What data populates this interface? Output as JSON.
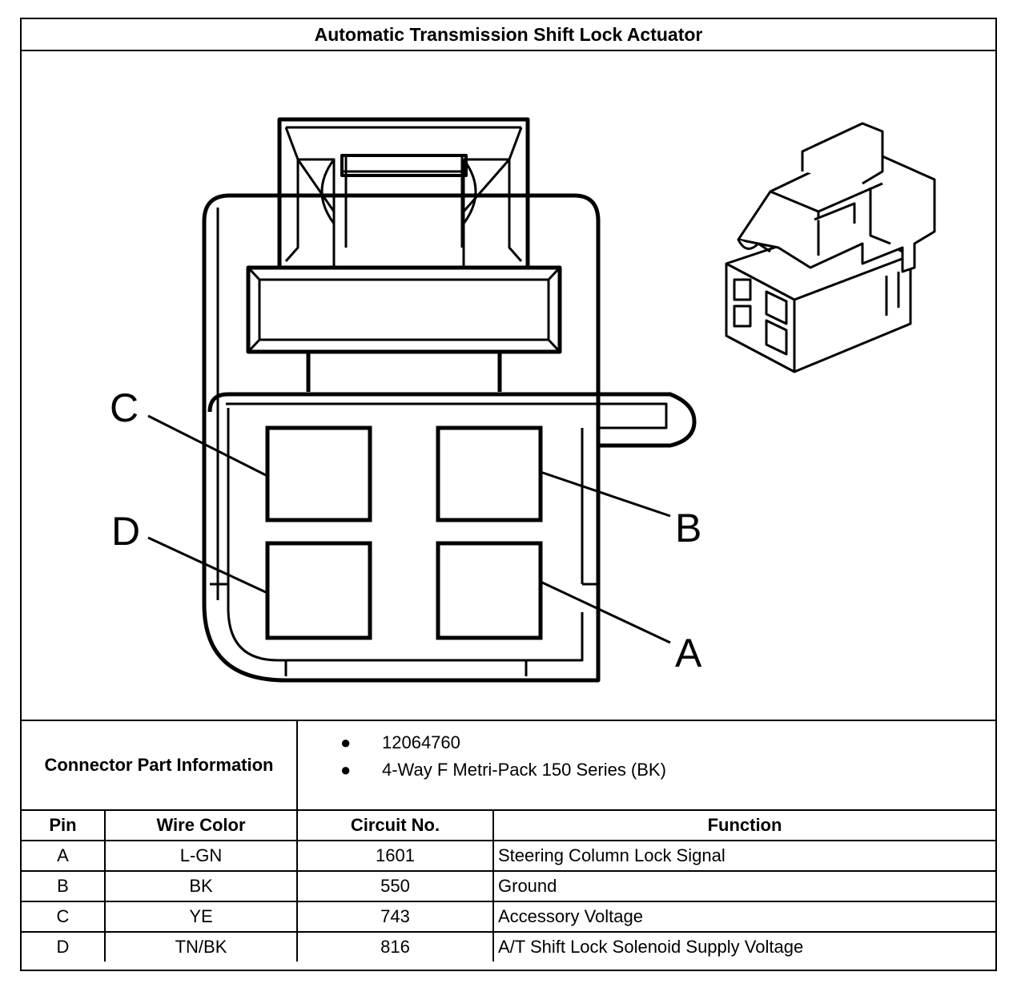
{
  "title": "Automatic Transmission Shift Lock Actuator",
  "pin_labels": {
    "a": "A",
    "b": "B",
    "c": "C",
    "d": "D"
  },
  "connector_info": {
    "label": "Connector Part Information",
    "items": [
      "12064760",
      "4-Way F Metri-Pack 150 Series (BK)"
    ]
  },
  "table": {
    "headers": [
      "Pin",
      "Wire Color",
      "Circuit No.",
      "Function"
    ],
    "rows": [
      [
        "A",
        "L-GN",
        "1601",
        "Steering Column Lock Signal"
      ],
      [
        "B",
        "BK",
        "550",
        "Ground"
      ],
      [
        "C",
        "YE",
        "743",
        "Accessory Voltage"
      ],
      [
        "D",
        "TN/BK",
        "816",
        "A/T Shift Lock Solenoid Supply Voltage"
      ]
    ]
  }
}
